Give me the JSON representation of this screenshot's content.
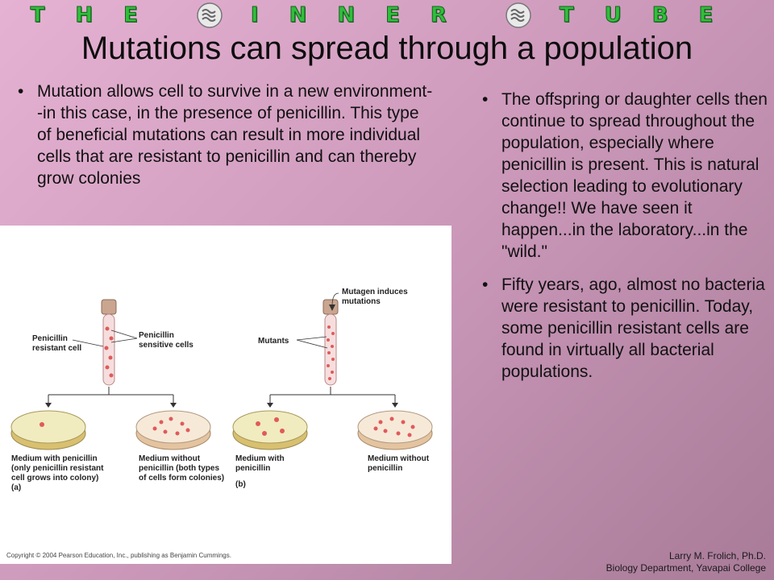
{
  "banner": {
    "words": [
      "THE",
      "INNER",
      "TUBE"
    ],
    "icon": "intestine-icon",
    "color": "#2fbf3a"
  },
  "slide": {
    "title": "Mutations can spread through a population",
    "left_bullets": [
      "Mutation allows cell to survive in a new environment--in this case, in the presence of penicillin.  This type of beneficial mutations can result in more individual cells that are resistant to penicillin and can thereby grow colonies"
    ],
    "right_bullets": [
      "The offspring or daughter cells then continue to spread throughout the population, especially where penicillin is present.   This is natural selection leading to evolutionary change!!  We have seen it happen...in the laboratory...in the \"wild.\"",
      "Fifty years, ago, almost no bacteria were resistant to penicillin.  Today, some penicillin resistant cells are found in virtually all bacterial populations."
    ]
  },
  "figure": {
    "panel_a": {
      "label_resistant": [
        "Penicillin",
        "resistant cell"
      ],
      "label_sensitive": [
        "Penicillin",
        "sensitive cells"
      ],
      "dish_left": [
        "Medium with penicillin",
        "(only penicillin resistant",
        "cell grows into colony)"
      ],
      "dish_right": [
        "Medium without",
        "penicillin (both types",
        "of cells form colonies)"
      ],
      "tag": "(a)"
    },
    "panel_b": {
      "label_mutagen": [
        "Mutagen induces",
        "mutations"
      ],
      "label_mutants": "Mutants",
      "dish_left": [
        "Medium with",
        "penicillin"
      ],
      "dish_right": [
        "Medium without",
        "penicillin"
      ],
      "tag": "(b)"
    },
    "copyright": "Copyright © 2004 Pearson Education, Inc., publishing as Benjamin Cummings."
  },
  "credit": {
    "name": "Larry M. Frolich, Ph.D.",
    "dept": "Biology Department, Yavapai College"
  }
}
